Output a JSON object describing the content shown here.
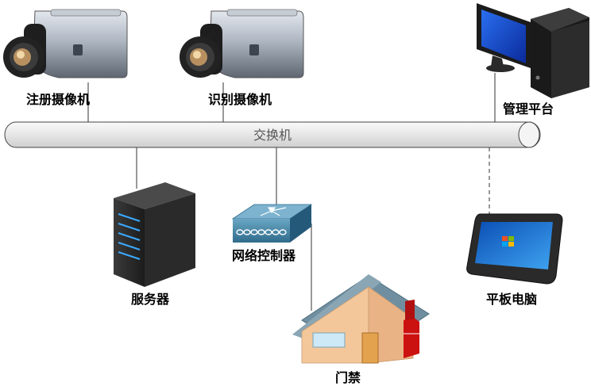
{
  "nodes": {
    "camera_register": {
      "label": "注册摄像机",
      "icon": "cctv-camera-icon"
    },
    "camera_recognize": {
      "label": "识别摄像机",
      "icon": "cctv-camera-icon"
    },
    "management": {
      "label": "管理平台",
      "icon": "desktop-computer-icon"
    },
    "switch": {
      "label": "交换机",
      "icon": "network-bus-icon"
    },
    "server": {
      "label": "服务器",
      "icon": "server-tower-icon"
    },
    "controller": {
      "label": "网络控制器",
      "icon": "network-controller-icon"
    },
    "access": {
      "label": "门禁",
      "icon": "house-icon"
    },
    "tablet": {
      "label": "平板电脑",
      "icon": "tablet-icon"
    }
  },
  "colors": {
    "bus_fill": "#efefef",
    "line": "#333333",
    "screen_blue": "#1144cc",
    "controller": "#3d7a9a",
    "roof": "#6f8fa0",
    "house_wall": "#f3c79a",
    "chimney_red": "#cc1111"
  }
}
